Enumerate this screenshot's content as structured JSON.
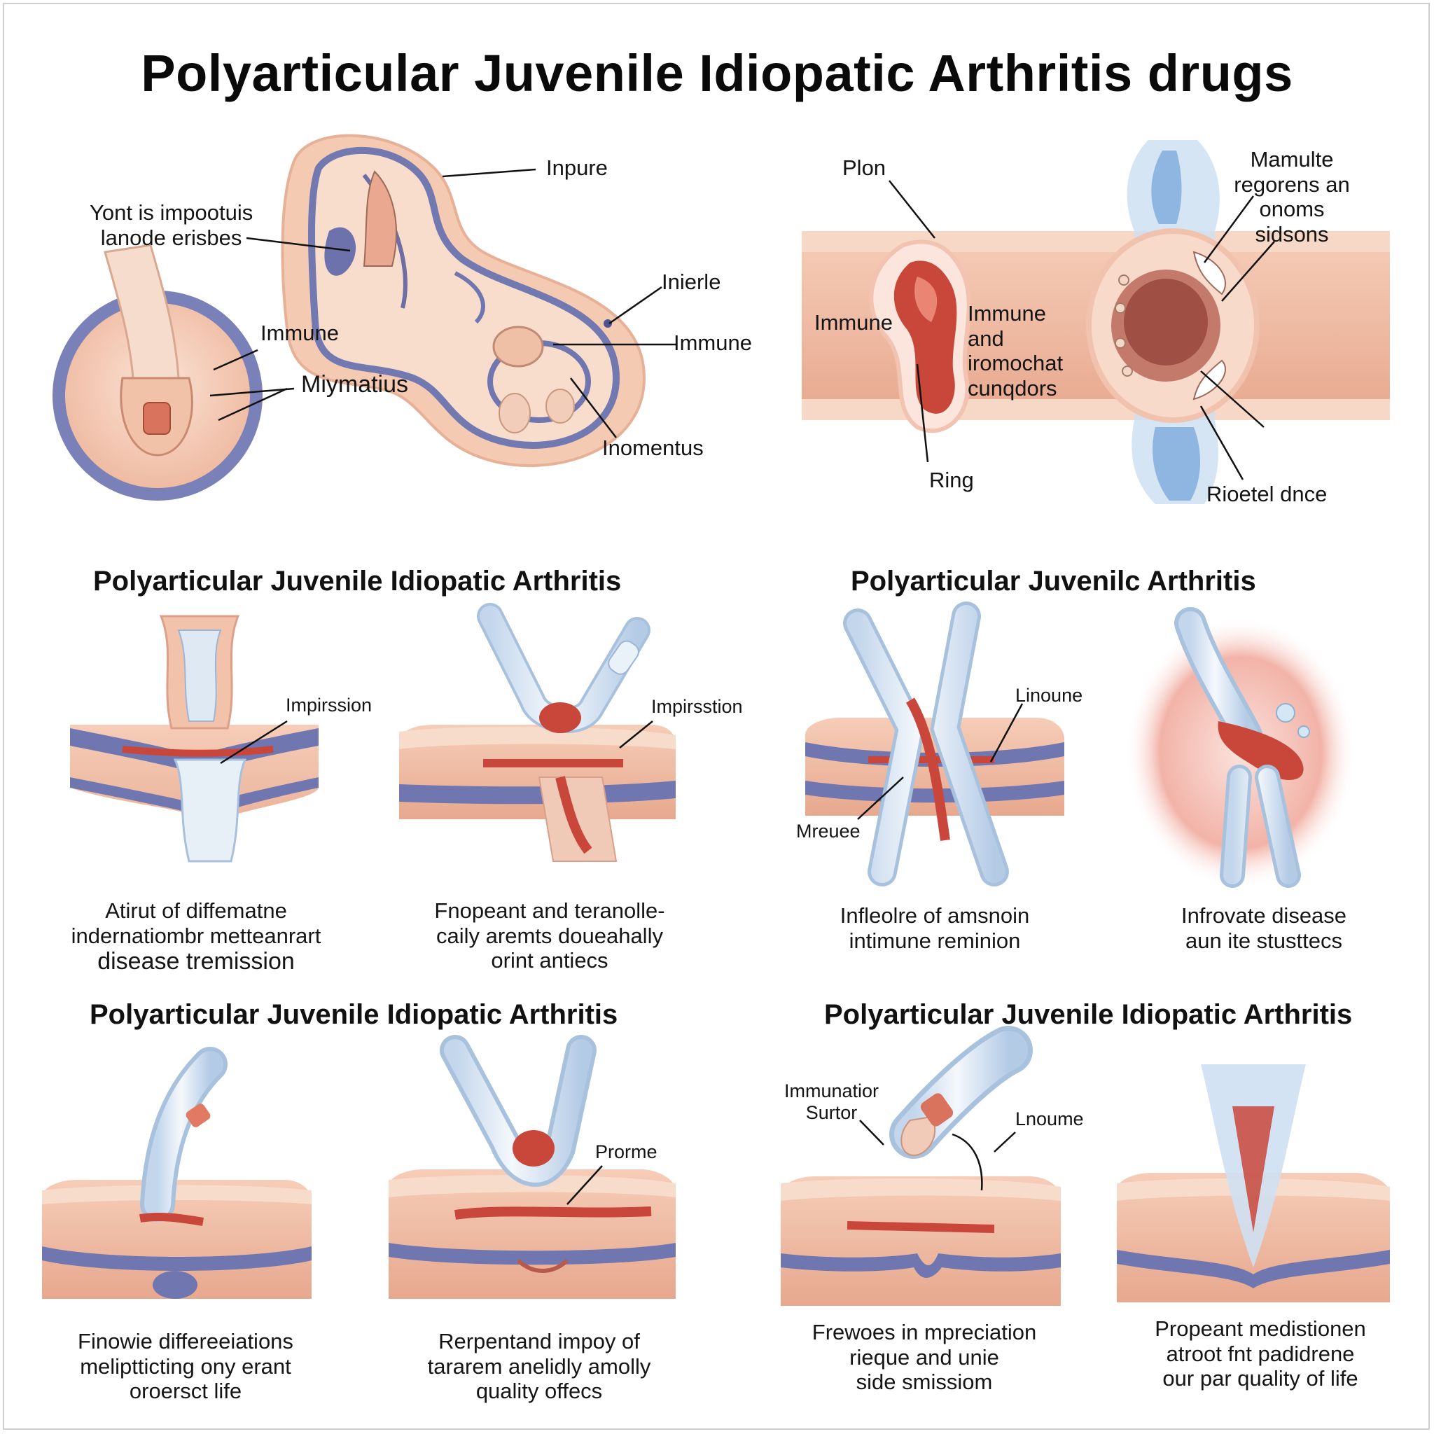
{
  "title": "Polyarticular Juvenile Idiopatic Arthritis drugs",
  "top_left": {
    "labels": {
      "inpure": "Inpure",
      "point_l1": "Yont is impootuis",
      "point_l2": "lanode erisbes",
      "inierle": "Inierle",
      "immune_left": "Immune",
      "immune_right": "Immune",
      "miymatius": "Miymatius",
      "inomentus": "Inomentus"
    }
  },
  "top_right": {
    "labels": {
      "plon": "Plon",
      "mamulte_l1": "Mamulte",
      "mamulte_l2": "regorens an",
      "mamulte_l3": "onoms",
      "mamulte_l4": "sidsons",
      "immune": "Immune",
      "immune_and_l1": "Immune",
      "immune_and_l2": "and",
      "immune_and_l3": "iromochat",
      "immune_and_l4": "cunqdors",
      "ring": "Ring",
      "rioetel": "Rioetel dnce"
    }
  },
  "sections": {
    "middle_left_title": "Polyarticular Juvenile Idiopatic Arthritis",
    "middle_right_title": "Polyarticular Juvenilc Arthritis",
    "bottom_left_title": "Polyarticular Juvenile Idiopatic Arthritis",
    "bottom_right_title": "Polyarticular Juvenile Idiopatic Arthritis"
  },
  "panels": {
    "p1": {
      "label": "Impirssion",
      "caption": [
        "Atirut of diffematne",
        "indernatiombr metteanrart",
        "disease tremission"
      ]
    },
    "p2": {
      "label": "Impirsstion",
      "caption": [
        "Fnopeant and teranolle-",
        "caily aremts doueahally",
        "orint antiecs"
      ]
    },
    "p3": {
      "label_top": "Linoune",
      "label_left": "Mreuee",
      "caption": [
        "Infleolre of amsnoin",
        "intimune reminion"
      ]
    },
    "p4": {
      "caption": [
        "Infrovate disease",
        "aun ite stusttecs"
      ]
    },
    "p5": {
      "caption": [
        "Finowie differeeiations",
        "meliptticting ony erant",
        "oroersct life"
      ]
    },
    "p6": {
      "label": "Prorme",
      "caption": [
        "Rerpentand impoy of",
        "tararem anelidly amolly",
        "quality offecs"
      ]
    },
    "p7": {
      "label_l1": "Immunatior",
      "label_l2": "Surtor",
      "label_right": "Lnoume",
      "caption": [
        "Frewoes in mpreciation",
        "rieque and unie",
        "side smissiom"
      ]
    },
    "p8": {
      "caption": [
        "Propeant medistionen",
        "atroot fnt padidrene",
        "our par quality of life"
      ]
    }
  },
  "colors": {
    "skin": "#f2c4ad",
    "skin_dark": "#e3a186",
    "purple": "#6f76b0",
    "red": "#c9483b",
    "tube": "#dde9f5",
    "tube_edge": "#9bb6d6",
    "blue_glow": "#8fb6e0"
  }
}
